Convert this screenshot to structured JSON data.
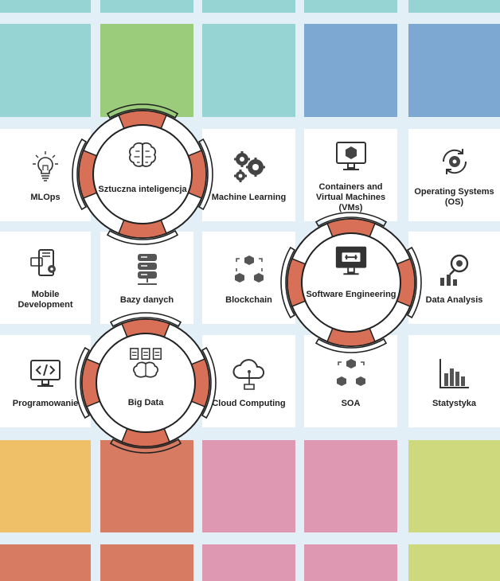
{
  "tiles": [
    {
      "label": "MLOps",
      "icon": "lightbulb-icon"
    },
    {
      "label": "Machine Learning",
      "icon": "gears-icon"
    },
    {
      "label": "Containers and Virtual Machines (VMs)",
      "icon": "monitor-cube-icon"
    },
    {
      "label": "Operating Systems (OS)",
      "icon": "gear-cycle-icon"
    },
    {
      "label": "Mobile Development",
      "icon": "mobile-devices-icon"
    },
    {
      "label": "Bazy danych",
      "icon": "database-server-icon"
    },
    {
      "label": "Blockchain",
      "icon": "blockchain-cubes-icon"
    },
    {
      "label": "Data Analysis",
      "icon": "magnifier-chart-icon"
    },
    {
      "label": "Programowanie",
      "icon": "code-monitor-icon"
    },
    {
      "label": "Cloud Computing",
      "icon": "cloud-icon"
    },
    {
      "label": "SOA",
      "icon": "soa-cubes-icon"
    },
    {
      "label": "Statystyka",
      "icon": "bar-chart-icon"
    }
  ],
  "highlights": [
    {
      "label": "Sztuczna inteligencja",
      "icon": "brain-circuit-icon"
    },
    {
      "label": "Software Engineering",
      "icon": "toolbox-monitor-icon"
    },
    {
      "label": "Big Data",
      "icon": "data-brain-icon"
    }
  ],
  "colors": {
    "background": "#e3eff7",
    "teal": "#96d3d3",
    "green": "#9bcc7c",
    "blue": "#7ca8d1",
    "yellow": "#f0c068",
    "coral": "#d87b63",
    "pink": "#df98b1",
    "lime": "#cdd97c",
    "ring_red": "#d77056"
  }
}
